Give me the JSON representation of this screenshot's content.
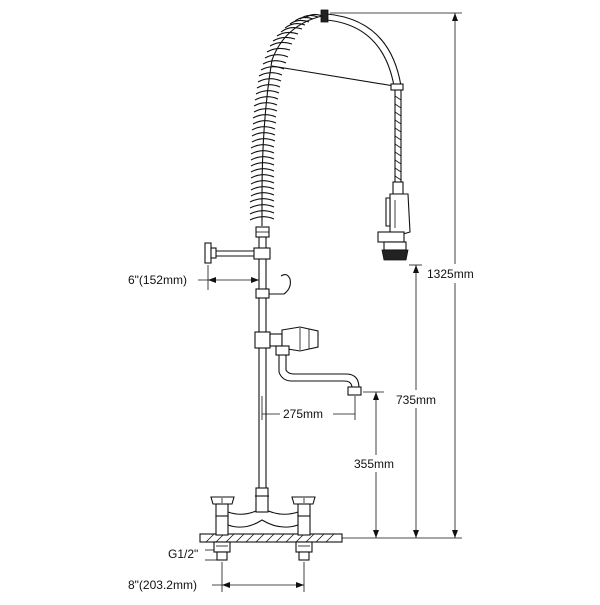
{
  "dimensions": {
    "total_height": "1325mm",
    "spout_height": "735mm",
    "faucet_height": "355mm",
    "spout_reach": "275mm",
    "wall_bracket_offset": "6\"(152mm)",
    "inlet_thread": "G1/2\"",
    "inlet_spacing": "8\"(203.2mm)"
  }
}
